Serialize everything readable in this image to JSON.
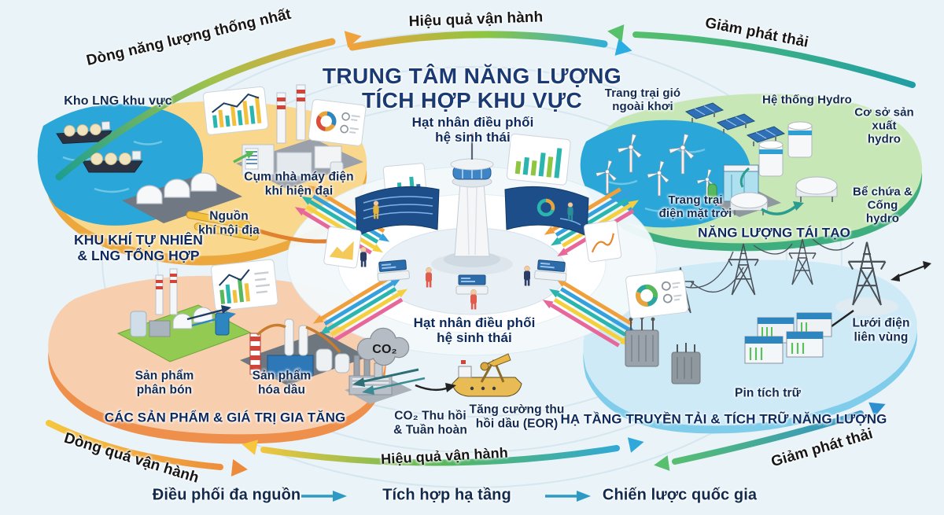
{
  "title": {
    "line1": "TRUNG TÂM NĂNG LƯỢNG",
    "line2": "TÍCH HỢP KHU VỰC"
  },
  "center_hub": {
    "label_top": "Hạt nhân điều phối\nhệ sinh thái",
    "label_bottom": "Hạt nhân điều phối\nhệ sinh thái"
  },
  "flow_arrows": {
    "top_left": "Dòng năng lượng thống nhất",
    "top_center": "Hiệu quả vận hành",
    "top_right": "Giảm phát thải",
    "bottom_left": "Dòng quá vận hành",
    "bottom_center": "Hiệu quả vận hành",
    "bottom_right": "Giảm phát thải"
  },
  "sections": {
    "gas": {
      "title": "KHU KHÍ TỰ NHIÊN\n& LNG TỔNG HỢP",
      "lng_terminal": "Kho LNG khu vực",
      "power_cluster": "Cụm nhà máy điện\nkhí hiện đại",
      "domestic_gas": "Nguồn\nkhí nội địa"
    },
    "renewables": {
      "title": "NĂNG LƯỢNG TÁI TẠO",
      "offshore_wind": "Trang trại gió\nngoài khơi",
      "hydro_system": "Hệ thống Hydro",
      "hydro_plant": "Cơ sở sản\nxuất hydro",
      "solar_farm": "Trang trại\nđiện mặt trời",
      "hydro_storage": "Bể chứa &\nCống hydro"
    },
    "products": {
      "title": "CÁC SẢN PHẨM & GIÁ TRỊ GIA TĂNG",
      "fertilizer": "Sản phẩm\nphân bón",
      "petrochemical": "Sản phẩm\nhóa dầu"
    },
    "carbon": {
      "co2": "CO₂",
      "capture": "CO₂ Thu hồi\n& Tuần hoàn",
      "eor": "Tăng cường thu\nhồi dầu (EOR)"
    },
    "grid": {
      "title": "HẠ TẦNG TRUYỀN TẢI & TÍCH TRỮ NĂNG LƯỢNG",
      "battery": "Pin tích trữ",
      "regional_grid": "Lưới điện\nliên vùng"
    }
  },
  "footer": {
    "step1": "Điều phối đa nguồn",
    "step2": "Tích hợp hạ tầng",
    "step3": "Chiến lược quốc gia"
  },
  "illustrations": {
    "gas": [
      "lng-ship",
      "lng-tanks",
      "gas-pipes",
      "gas-power-plant"
    ],
    "renewables": [
      "wind-turbines",
      "solar-panels",
      "electrolyzer",
      "hydrogen-tanks",
      "storage-domes"
    ],
    "products": [
      "fertilizer-plant",
      "petrochemical-plant"
    ],
    "carbon": [
      "co2-cloud",
      "capture-factory",
      "eor-boat"
    ],
    "grid": [
      "transmission-towers",
      "transformers",
      "battery-containers"
    ],
    "center": [
      "control-tower",
      "curved-screens",
      "operators"
    ]
  },
  "colors": {
    "background": "#e9f3f8",
    "title_navy": "#1a3a74",
    "label_navy": "#112a52",
    "arrow_text": "#161616",
    "platform_gas": "#f9d78c",
    "platform_renewables": "#c8e7b6",
    "platform_products": "#f8cfae",
    "platform_grid": "#cfeaf7",
    "water": "#2aa6d8",
    "flow_teal": "#1f9e8e",
    "flow_yellow": "#f5c63e",
    "flow_orange": "#ed8b3c",
    "flow_green": "#58bf6e",
    "flow_blue": "#2fa8dc"
  }
}
